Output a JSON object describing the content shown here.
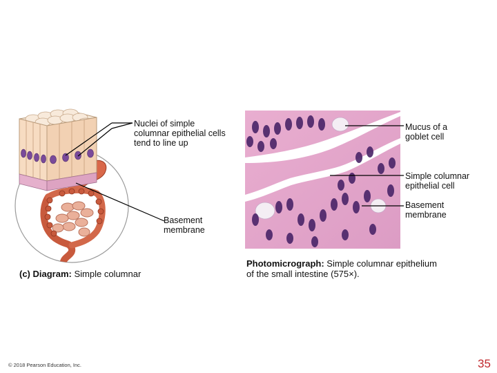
{
  "labels": {
    "nuclei": "Nuclei of simple\ncolumnar epithelial cells\ntend to line up",
    "basement_left": "Basement\nmembrane",
    "mucus": "Mucus of a\ngoblet cell",
    "simple_cell": "Simple columnar\nepithelial cell",
    "basement_right": "Basement\nmembrane"
  },
  "captions": {
    "diagram_prefix": "(c) Diagram:",
    "diagram_text": " Simple columnar",
    "photo_prefix": "Photomicrograph:",
    "photo_text": " Simple columnar epithelium of the small intestine (575×)."
  },
  "footer": {
    "copyright": "© 2018 Pearson Education, Inc.",
    "page_number": "35"
  },
  "colors": {
    "tissue_pink": "#e8a9cc",
    "nucleus_purple": "#5a2f7a",
    "cell_tan": "#f7dcc2",
    "intestine_red": "#d9684a",
    "page_number_red": "#c0282d"
  }
}
